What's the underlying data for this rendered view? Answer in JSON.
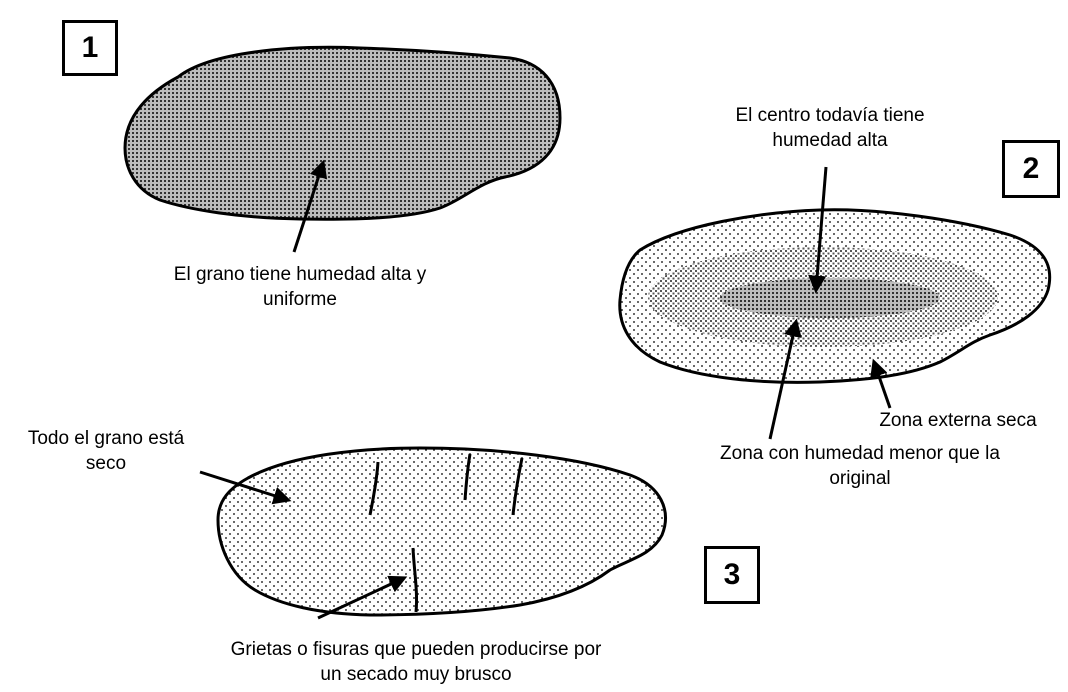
{
  "panels": [
    {
      "number": "1",
      "labels": [
        "El grano tiene humedad alta y uniforme"
      ]
    },
    {
      "number": "2",
      "labels": [
        "El centro todavía tiene humedad alta",
        "Zona externa seca",
        "Zona con humedad menor que la original"
      ]
    },
    {
      "number": "3",
      "labels": [
        "Todo el grano está seco",
        "Grietas o fisuras que pueden producirse por un secado muy brusco"
      ]
    }
  ],
  "text": {
    "p1_label_l1": "El grano tiene humedad alta y",
    "p1_label_l2": "uniforme",
    "p2_center_l1": "El centro todavía tiene",
    "p2_center_l2": "humedad alta",
    "p2_outer": "Zona externa seca",
    "p2_mid_l1": "Zona con humedad menor que la",
    "p2_mid_l2": "original",
    "p3_dry_l1": "Todo el grano está",
    "p3_dry_l2": "seco",
    "p3_cracks_l1": "Grietas o fisuras que pueden producirse por",
    "p3_cracks_l2": "un secado muy brusco"
  }
}
